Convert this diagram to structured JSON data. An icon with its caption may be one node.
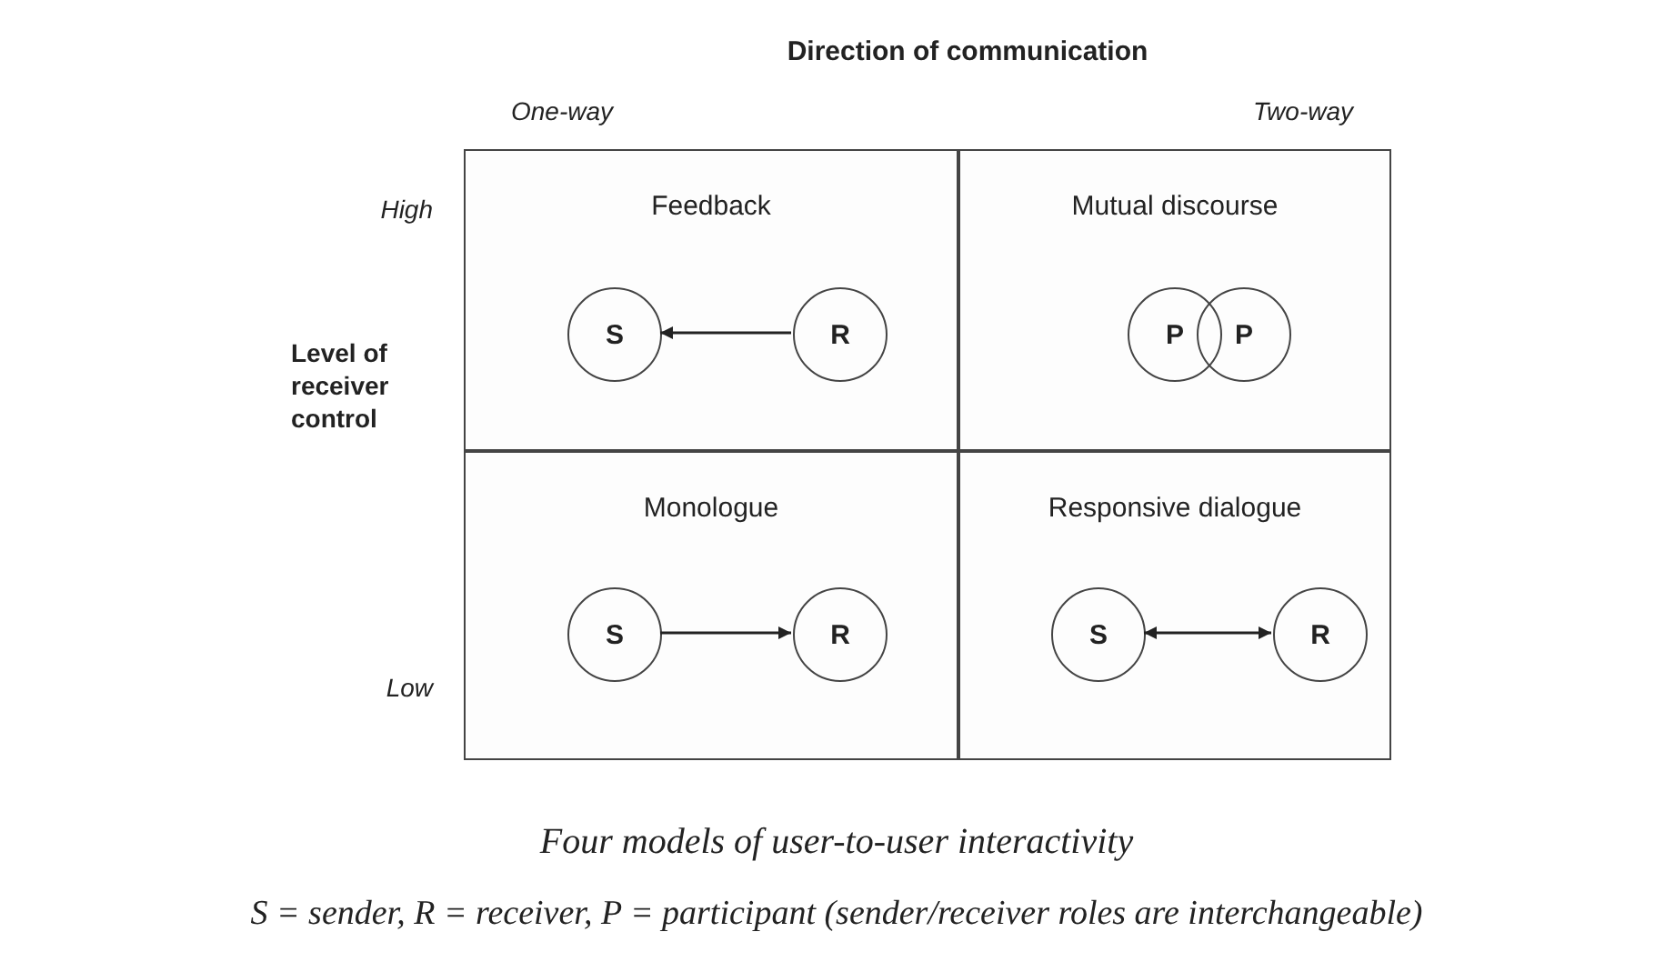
{
  "diagram": {
    "caption": "Four models of user-to-user interactivity",
    "nodes": [
      {
        "text": [
          "Feedback"
        ]
      },
      {
        "text": [
          "S"
        ],
        "in": 0
      },
      {
        "text": [
          "R"
        ],
        "in": 0
      },
      {
        "text": [
          "Mutual discourse"
        ]
      },
      {
        "text": [
          "P"
        ],
        "in": 3
      },
      {
        "text": [
          "P"
        ],
        "in": 3
      },
      {
        "text": [
          "Monologue"
        ]
      },
      {
        "text": [
          "S"
        ],
        "in": 6
      },
      {
        "text": [
          "R"
        ],
        "in": 6
      },
      {
        "text": [
          "Responsive dialogue"
        ]
      },
      {
        "text": [
          "S"
        ],
        "in": 9
      },
      {
        "text": [
          "R"
        ],
        "in": 9
      }
    ],
    "edges": [
      {
        "from": 2,
        "to": 1,
        "arrow": "to"
      },
      {
        "from": 7,
        "to": 8,
        "arrow": "to"
      },
      {
        "from": 10,
        "to": 11,
        "arrow": "both"
      }
    ],
    "labels": [
      "Direction of communication",
      "One-way",
      "Two-way",
      "High",
      "Level of receiver control",
      "Low",
      "S = sender, R = receiver, P = participant (sender/receiver roles are interchangeable)"
    ]
  }
}
